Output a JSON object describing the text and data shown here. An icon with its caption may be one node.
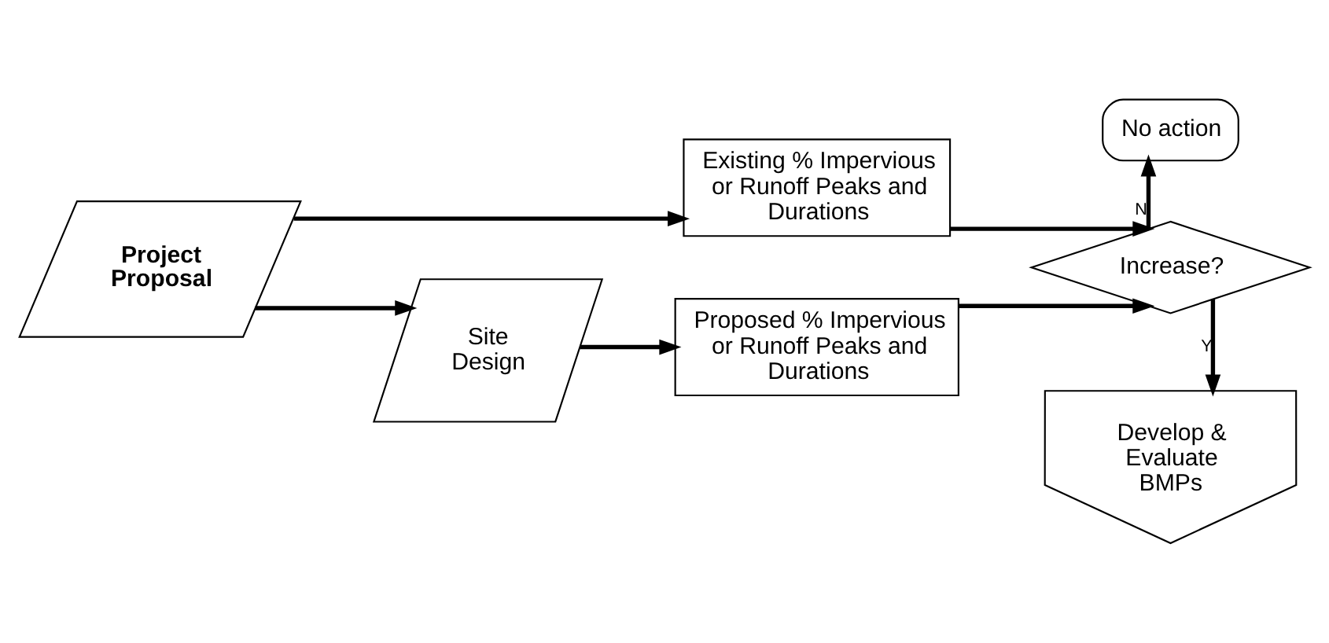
{
  "diagram": {
    "nodes": [
      {
        "text": [
          "Project Proposal"
        ]
      },
      {
        "text": [
          "Existing % Impervious or Runoff Peaks and Durations"
        ]
      },
      {
        "text": [
          "Site Design"
        ]
      },
      {
        "text": [
          "Proposed % Impervious or Runoff Peaks and Durations"
        ]
      },
      {
        "text": [
          "Increase?"
        ]
      },
      {
        "text": [
          "No action"
        ]
      },
      {
        "text": [
          "Develop & Evaluate BMPs"
        ]
      }
    ],
    "edges": [
      {
        "from": 0,
        "to": 1,
        "arrow": "to"
      },
      {
        "from": 0,
        "to": 2,
        "arrow": "to"
      },
      {
        "from": 2,
        "to": 3,
        "arrow": "to"
      },
      {
        "from": 1,
        "to": 4,
        "arrow": "to"
      },
      {
        "from": 3,
        "to": 4,
        "arrow": "to"
      },
      {
        "from": 4,
        "to": 5,
        "arrow": "to",
        "label": "N"
      },
      {
        "from": 4,
        "to": 6,
        "arrow": "to",
        "label": "Y"
      }
    ]
  }
}
